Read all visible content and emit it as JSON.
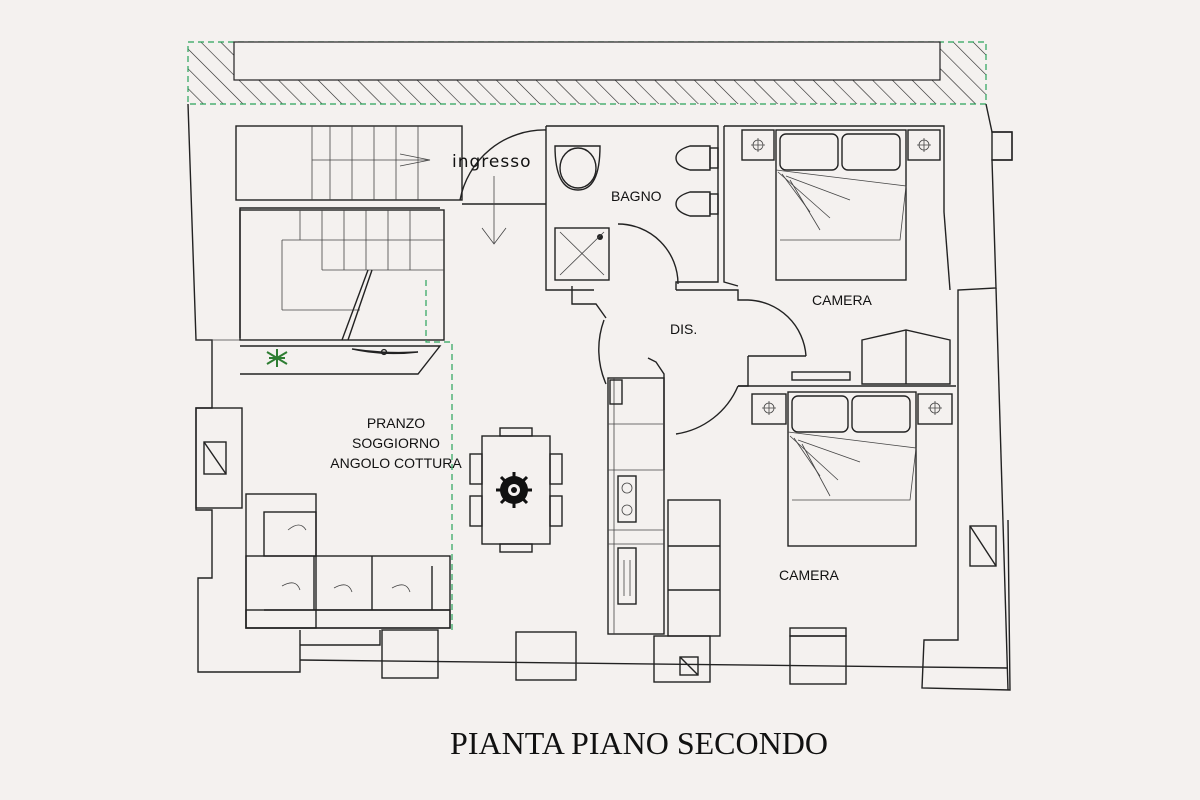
{
  "title": "PIANTA PIANO SECONDO",
  "rooms": {
    "ingresso": "ingresso",
    "bagno": "BAGNO",
    "dis": "DIS.",
    "camera_1": "CAMERA",
    "camera_2": "CAMERA",
    "living": [
      "PRANZO",
      "SOGGIORNO",
      "ANGOLO COTTURA"
    ]
  },
  "colors": {
    "line": "#222222",
    "background": "#f4f1ef",
    "green_dashed": "#2aa35a",
    "plant": "#2e7d32"
  }
}
